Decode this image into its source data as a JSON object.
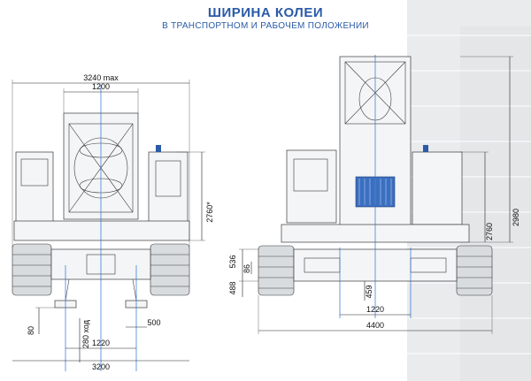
{
  "title": "ШИРИНА КОЛЕИ",
  "subtitle": "В ТРАНСПОРТНОМ И  РАБОЧЕМ ПОЛОЖЕНИИ",
  "left_view": {
    "dim_top_overall": "3240 max",
    "dim_top_inner": "1200",
    "dim_height": "2760*",
    "dim_jack": "80",
    "dim_stroke": "280 ход",
    "dim_pad": "500",
    "dim_track_gauge": "1220",
    "dim_track_width": "3200"
  },
  "right_view": {
    "dim_height_a": "2760",
    "dim_height_b": "2980",
    "dim_536": "536",
    "dim_86": "86",
    "dim_488": "488",
    "dim_459": "459",
    "dim_track_gauge": "1220",
    "dim_track_width": "4400"
  },
  "colors": {
    "title": "#2a5aa8",
    "axis": "#2a6fd6",
    "line": "#222222"
  }
}
